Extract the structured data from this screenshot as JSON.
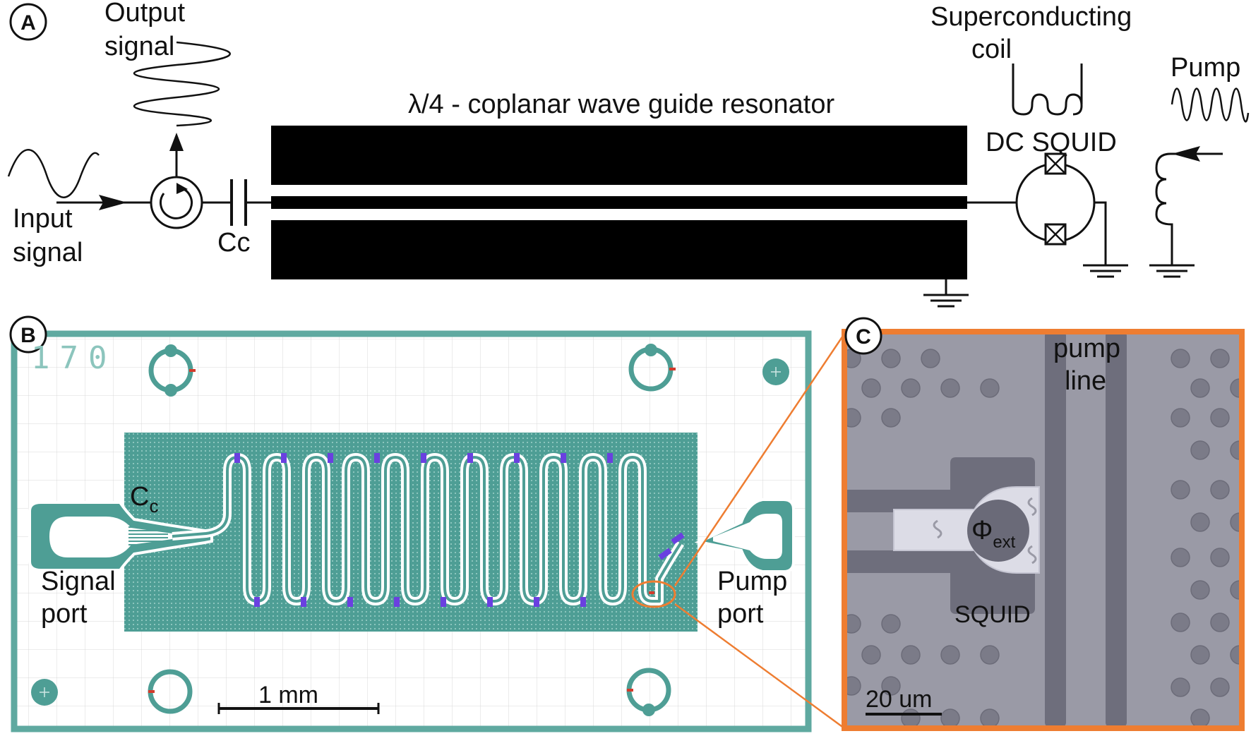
{
  "panel_a": {
    "label": "A",
    "output_signal": [
      "Output",
      "signal"
    ],
    "input_signal": [
      "Input",
      "signal"
    ],
    "resonator_title": "λ/4 - coplanar wave guide resonator",
    "coupling_capacitor": "Cc",
    "coil": [
      "Superconducting",
      "coil"
    ],
    "dc_squid": "DC SQUID",
    "pump": "Pump"
  },
  "panel_b": {
    "label": "B",
    "chip_id": "170",
    "coupling_capacitor_main": "C",
    "coupling_capacitor_sub": "c",
    "signal_port": [
      "Signal",
      "port"
    ],
    "pump_port": [
      "Pump",
      "port"
    ],
    "scale_bar": "1 mm"
  },
  "panel_c": {
    "label": "C",
    "pump_line": [
      "pump",
      "line"
    ],
    "flux_main": "Φ",
    "flux_sub": "ext",
    "squid": "SQUID",
    "scale_bar": "20 um"
  },
  "colors": {
    "chip_teal": "#4e9e95",
    "chip_border": "#5fa9a0",
    "micrograph_border": "#ee7d31",
    "micrograph_bg": "#9a9aa6",
    "junction_purple": "#6a40e0",
    "marker_red": "#d23b2b"
  }
}
